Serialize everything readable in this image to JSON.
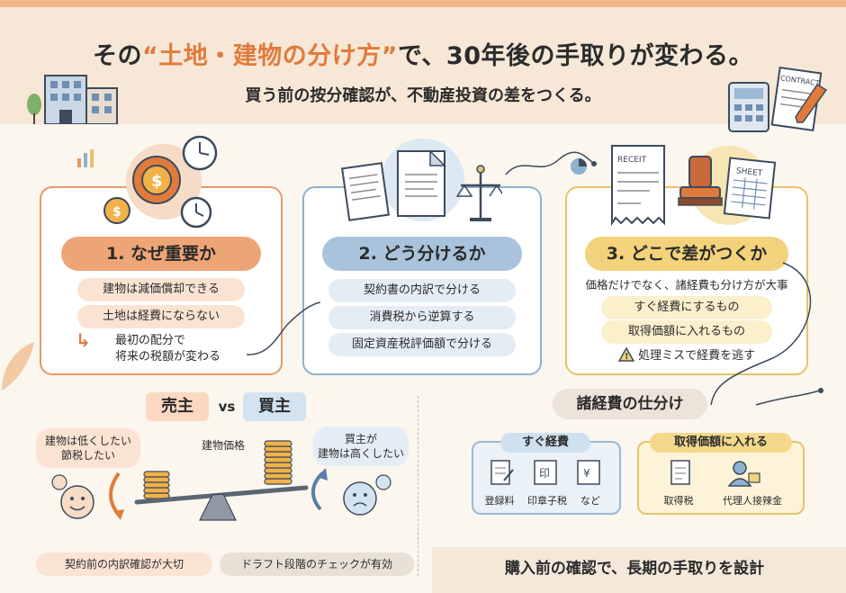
{
  "header": {
    "title_pre": "その",
    "title_highlight": "“土地・建物の分け方”",
    "title_post": "で、30年後の手取りが変わる。",
    "subtitle": "買う前の按分確認が、不動産投資の差をつくる。",
    "contract_label": "CONTRACT"
  },
  "section1": {
    "heading": "1. なぜ重要か",
    "items": [
      "建物は減価償却できる",
      "土地は経費にならない"
    ],
    "emphasis_line1": "最初の配分で",
    "emphasis_line2": "将来の税額が変わる"
  },
  "section2": {
    "heading": "2. どう分けるか",
    "items": [
      "契約書の内訳で分ける",
      "消費税から逆算する",
      "固定資産税評価額で分ける"
    ]
  },
  "section3": {
    "heading": "3. どこで差がつくか",
    "lead": "価格だけでなく、諸経費も分け方が大事",
    "items": [
      "すぐ経費にするもの",
      "取得価額に入れるもの"
    ],
    "warning": "処理ミスで経費を逃す",
    "receipt_label": "RECEIT",
    "sheet_label": "SHEET"
  },
  "comparison": {
    "seller": "売主",
    "vs": "vs",
    "buyer": "買主",
    "seller_bubble_line1": "建物は低くしたい",
    "seller_bubble_line2": "節税したい",
    "buyer_bubble_line1": "買主が",
    "buyer_bubble_line2": "建物は高くしたい",
    "building_price": "建物価格"
  },
  "notes": {
    "n1": "契約前の内訳確認が大切",
    "n2": "ドラフト段階のチェックが有効"
  },
  "expenses": {
    "title": "諸経費の仕分け",
    "immediate": {
      "label": "すぐ経費",
      "items": [
        "登録料",
        "印章子税",
        "など"
      ],
      "seal_char": "印",
      "yen_char": "¥"
    },
    "capitalized": {
      "label": "取得価額に入れる",
      "items": [
        "取得税",
        "代理人接辣金"
      ]
    }
  },
  "footer": {
    "text": "購入前の確認で、長期の手取りを設計"
  },
  "colors": {
    "orange": "#e07b3c",
    "blue": "#8fb1cf",
    "yellow": "#e8c26a"
  }
}
